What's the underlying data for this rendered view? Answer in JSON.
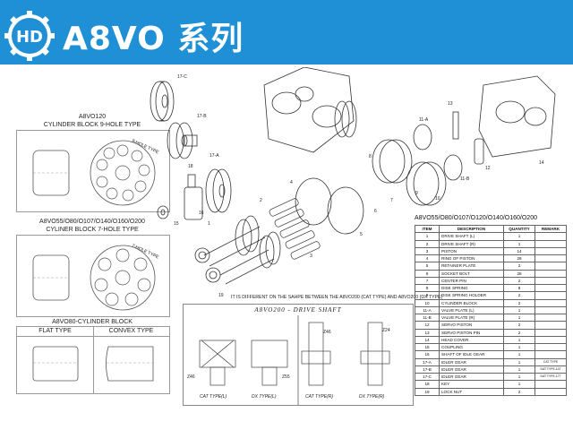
{
  "header": {
    "title": "A8VO 系列",
    "logo_text": "HD",
    "bg_color": "#1f8fd6"
  },
  "left_panels": {
    "p1_title1": "A8VO120",
    "p1_title2": "CYLINDER BLOCK 9-HOLE TYPE",
    "p1_watermark": "9-HOLE TYPE",
    "p2_title1": "A8VO55/O80/O107/O140/O160/O200",
    "p2_title2": "CYLINER BLOCK 7-HOLE TYPE",
    "p2_watermark": "7-HOLE TYPE",
    "p3_title1": "A8VO80-CYLINDER BLOCK",
    "p3_col1": "FLAT TYPE",
    "p3_col2": "CONVEX TYPE"
  },
  "diagram_labels": {
    "l17c": "17-C",
    "l17b": "17-B",
    "l17a": "17-A",
    "l18": "18",
    "l15": "15",
    "l16": "16",
    "l1": "1",
    "l2": "2",
    "l3": "3",
    "l4": "4",
    "l5": "5",
    "l6": "6",
    "l7": "7",
    "l8": "8",
    "l9": "9",
    "l10": "10",
    "l11a": "11-A",
    "l11b": "11-B",
    "l12": "12",
    "l13": "13",
    "l14": "14",
    "l19": "19"
  },
  "note": "IT IS DIFFERENT ON THE SAHPE BETWEEN THE A8VO200 (CAT TYPE) AND A8VO200 (DX TYPE)",
  "drive_shaft": {
    "title": "A8VO200 - DRIVE SHAFT",
    "cat_l": "CAT TYPE(L)",
    "dx_l": "DX TYPE(L)",
    "cat_r": "CAT TYPE(R)",
    "dx_r": "DX TYPE(R)",
    "z46a": "Z46",
    "z55a": "Z55",
    "z46b": "Z46",
    "z24": "Z24"
  },
  "parts_table": {
    "title": "A8VO55/O80/O107/O120/O140/O160/O200",
    "headers": [
      "ITEM",
      "DESCRIPTION",
      "QUANTITY",
      "REMARK"
    ],
    "rows": [
      [
        "1",
        "DRIVE SHAFT (L)",
        "1",
        ""
      ],
      [
        "2",
        "DRIVE SHAFT (R)",
        "1",
        ""
      ],
      [
        "3",
        "PISTON",
        "14",
        ""
      ],
      [
        "4",
        "RING OF PISTON",
        "28",
        ""
      ],
      [
        "5",
        "RETAINER PLATE",
        "2",
        ""
      ],
      [
        "6",
        "SOCKET BOLT",
        "28",
        ""
      ],
      [
        "7",
        "CENTER PIN",
        "2",
        ""
      ],
      [
        "8",
        "DISK SPRING",
        "8",
        ""
      ],
      [
        "9",
        "DISK SPRING HOLDER",
        "2",
        ""
      ],
      [
        "10",
        "CYLINDER BLOCK",
        "2",
        ""
      ],
      [
        "11-A",
        "VALVE PLATE (L)",
        "1",
        ""
      ],
      [
        "11-B",
        "VALVE PLATE (R)",
        "1",
        ""
      ],
      [
        "12",
        "SERVO PISTON",
        "2",
        ""
      ],
      [
        "13",
        "SERVO PISTON PIN",
        "2",
        ""
      ],
      [
        "14",
        "HEAD COVER",
        "1",
        ""
      ],
      [
        "15",
        "COUPLING",
        "1",
        ""
      ],
      [
        "16",
        "SHAFT OF IDLE GEAR",
        "1",
        ""
      ],
      [
        "17-A",
        "IDLER GEAR",
        "1",
        "CAT TYPE"
      ],
      [
        "17-B",
        "IDLER GEAR",
        "1",
        "DAT TYPE-147"
      ],
      [
        "17-C",
        "IDLER GEAR",
        "1",
        "DAT TYPE-177"
      ],
      [
        "18",
        "KEY",
        "1",
        ""
      ],
      [
        "19",
        "LOCK NUT",
        "2",
        ""
      ]
    ]
  }
}
